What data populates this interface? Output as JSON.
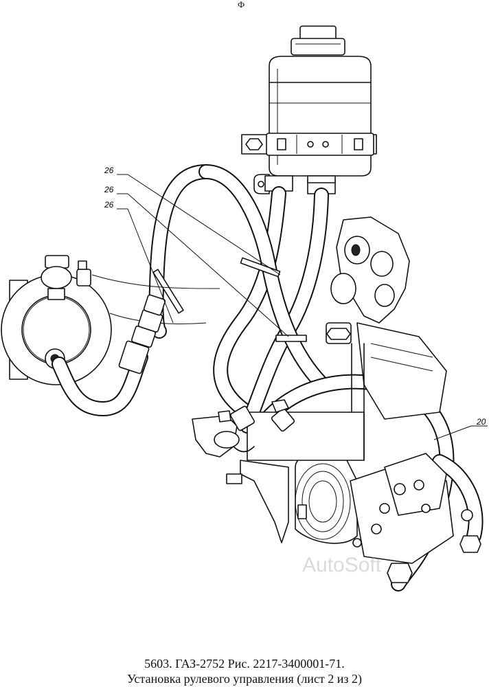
{
  "drawing": {
    "view_label": "Ф",
    "callouts": [
      {
        "id": "callout-26-a",
        "text": "26"
      },
      {
        "id": "callout-26-b",
        "text": "26"
      },
      {
        "id": "callout-26-c",
        "text": "26"
      },
      {
        "id": "callout-20",
        "text": "20"
      }
    ],
    "watermark": "AutoSoft"
  },
  "caption": {
    "line1": "5603.  ГАЗ-2752 Рис. 2217-3400001-71.",
    "line2": "Установка рулевого управления (лист 2 из 2)"
  }
}
